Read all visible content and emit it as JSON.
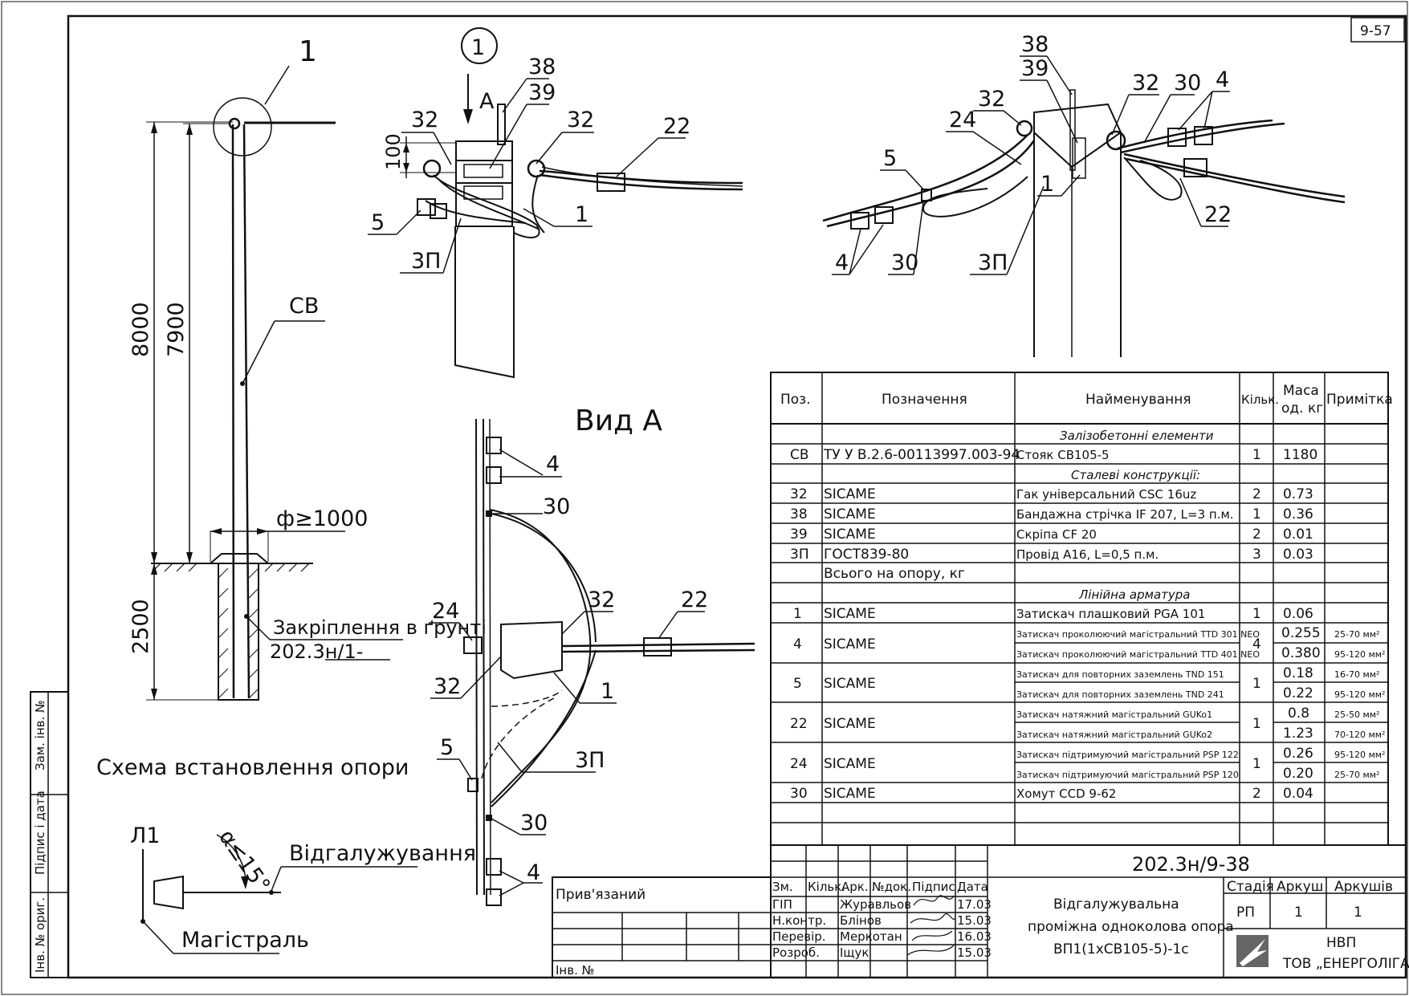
{
  "sheet_number": "9-57",
  "main_view": {
    "callout_1": "1",
    "pole_label": "СВ",
    "dim_8000": "8000",
    "dim_7900": "7900",
    "dim_2500": "2500",
    "diam": "ф≥1000",
    "ground_fix_line1": "Закріплення в ґрунті",
    "ground_fix_line2": "202.3н/1-",
    "caption": "Схема встановлення опори"
  },
  "detail_1": {
    "circle_label": "1",
    "arrow_label": "А",
    "dim_100": "100",
    "labels": {
      "l38": "38",
      "l39": "39",
      "l32a": "32",
      "l32b": "32",
      "l22": "22",
      "l5": "5",
      "l1": "1",
      "l3p": "3П"
    }
  },
  "iso_view": {
    "labels": {
      "l38": "38",
      "l39": "39",
      "l32a": "32",
      "l32b": "32",
      "l30a": "30",
      "l4a": "4",
      "l24": "24",
      "l5": "5",
      "l1": "1",
      "l22": "22",
      "l4b": "4",
      "l30b": "30",
      "l3p": "3П"
    }
  },
  "view_a": {
    "title": "Вид А",
    "labels": {
      "l4a": "4",
      "l30a": "30",
      "l24": "24",
      "l32a": "32",
      "l22": "22",
      "l32b": "32",
      "l1": "1",
      "l5": "5",
      "l3p": "3П",
      "l30b": "30",
      "l4b": "4"
    }
  },
  "branch_schema": {
    "l1": "Л1",
    "angle": "α≤15°",
    "branch": "Відгалужування",
    "main": "Магістраль"
  },
  "spec_table": {
    "headers": {
      "pos": "Поз.",
      "designation": "Позначення",
      "name": "Найменування",
      "qty": "Кільк.",
      "mass_1": "Маса",
      "mass_2": "од. кг",
      "note": "Примітка"
    },
    "section_rc": "Залізобетонні елементи",
    "section_steel": "Сталеві конструкції:",
    "section_line": "Лінійна арматура",
    "total_label": "Всього на опору, кг",
    "rows_rc": [
      {
        "pos": "СВ",
        "des": "ТУ У В.2.6-00113997.003-94",
        "name": "Стояк СВ105-5",
        "qty": "1",
        "mass": "1180",
        "note": ""
      }
    ],
    "rows_steel": [
      {
        "pos": "32",
        "des": "SICAME",
        "name": "Гак універсальний CSC 16uz",
        "qty": "2",
        "mass": "0.73",
        "note": ""
      },
      {
        "pos": "38",
        "des": "SICAME",
        "name": "Бандажна стрічка IF 207, L=3 п.м.",
        "qty": "1",
        "mass": "0.36",
        "note": ""
      },
      {
        "pos": "39",
        "des": "SICAME",
        "name": "Скріпа CF 20",
        "qty": "2",
        "mass": "0.01",
        "note": ""
      },
      {
        "pos": "3П",
        "des": "ГОСТ839-80",
        "name": "Провід А16, L=0,5 п.м.",
        "qty": "3",
        "mass": "0.03",
        "note": ""
      }
    ],
    "row_1": {
      "pos": "1",
      "des": "SICAME",
      "name": "Затискач плашковий PGA 101",
      "qty": "1",
      "mass": "0.06",
      "note": ""
    },
    "group_4": {
      "pos": "4",
      "des": "SICAME",
      "qty": "4",
      "lines": [
        {
          "name": "Затискач проколюючий магістральний TTD 301 NEO",
          "mass": "0.255",
          "note": "25-70 мм²"
        },
        {
          "name": "Затискач проколюючий магістральний TTD 401 NEO",
          "mass": "0.380",
          "note": "95-120 мм²"
        }
      ]
    },
    "group_5": {
      "pos": "5",
      "des": "SICAME",
      "qty": "1",
      "lines": [
        {
          "name": "Затискач для повторних заземлень TND 151",
          "mass": "0.18",
          "note": "16-70 мм²"
        },
        {
          "name": "Затискач для повторних заземлень TND 241",
          "mass": "0.22",
          "note": "95-120 мм²"
        }
      ]
    },
    "group_22": {
      "pos": "22",
      "des": "SICAME",
      "qty": "1",
      "lines": [
        {
          "name": "Затискач натяжний магістральний GUKo1",
          "mass": "0.8",
          "note": "25-50 мм²"
        },
        {
          "name": "Затискач натяжний магістральний GUKo2",
          "mass": "1.23",
          "note": "70-120 мм²"
        }
      ]
    },
    "group_24": {
      "pos": "24",
      "des": "SICAME",
      "qty": "1",
      "lines": [
        {
          "name": "Затискач підтримуючий магістральний PSP 122",
          "mass": "0.26",
          "note": "95-120 мм²"
        },
        {
          "name": "Затискач підтримуючий магістральний PSP 120",
          "mass": "0.20",
          "note": "25-70 мм²"
        }
      ]
    },
    "row_30": {
      "pos": "30",
      "des": "SICAME",
      "name": "Хомут CCD 9-62",
      "qty": "2",
      "mass": "0.04",
      "note": ""
    }
  },
  "title_block": {
    "code": "202.3н/9-38",
    "tied": "Прив'язаний",
    "inv": "Інв. №",
    "col_headers": [
      "Зм.",
      "Кільк.",
      "Арк.",
      "№док.",
      "Підпис",
      "Дата"
    ],
    "people": [
      {
        "role": "ГІП",
        "name": "Журавльов",
        "date": "17.03"
      },
      {
        "role": "Н.контр.",
        "name": "Блінов",
        "date": "15.03"
      },
      {
        "role": "Перевір.",
        "name": "Меркотан",
        "date": "16.03"
      },
      {
        "role": "Розроб.",
        "name": "Іщук",
        "date": "15.03"
      }
    ],
    "desc_1": "Відгалужувальна",
    "desc_2": "проміжна одноколова опора",
    "desc_3": "ВП1(1хСВ105-5)-1с",
    "stage_h": "Стадія",
    "sheet_h": "Аркуш",
    "sheets_h": "Аркушів",
    "stage": "РП",
    "sheet": "1",
    "sheets": "1",
    "org_1": "НВП",
    "org_2": "ТОВ „ЕНЕРГОЛІГА\""
  },
  "side_stamps": [
    "Зам. інв. №",
    "Підпис і дата",
    "Інв. № ориг."
  ]
}
